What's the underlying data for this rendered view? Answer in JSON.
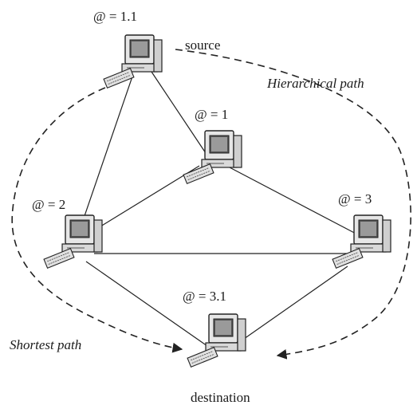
{
  "nodes": {
    "n11": {
      "address": "@ = 1.1",
      "role": "source"
    },
    "n1": {
      "address": "@ = 1"
    },
    "n2": {
      "address": "@ = 2"
    },
    "n3": {
      "address": "@ = 3"
    },
    "n31": {
      "address": "@ = 3.1",
      "role": "destination"
    }
  },
  "paths": {
    "hierarchical": "Hierarchical path",
    "shortest": "Shortest path"
  },
  "links": [
    [
      "n11",
      "n1"
    ],
    [
      "n11",
      "n2"
    ],
    [
      "n1",
      "n2"
    ],
    [
      "n1",
      "n3"
    ],
    [
      "n2",
      "n3"
    ],
    [
      "n2",
      "n31"
    ],
    [
      "n3",
      "n31"
    ]
  ]
}
